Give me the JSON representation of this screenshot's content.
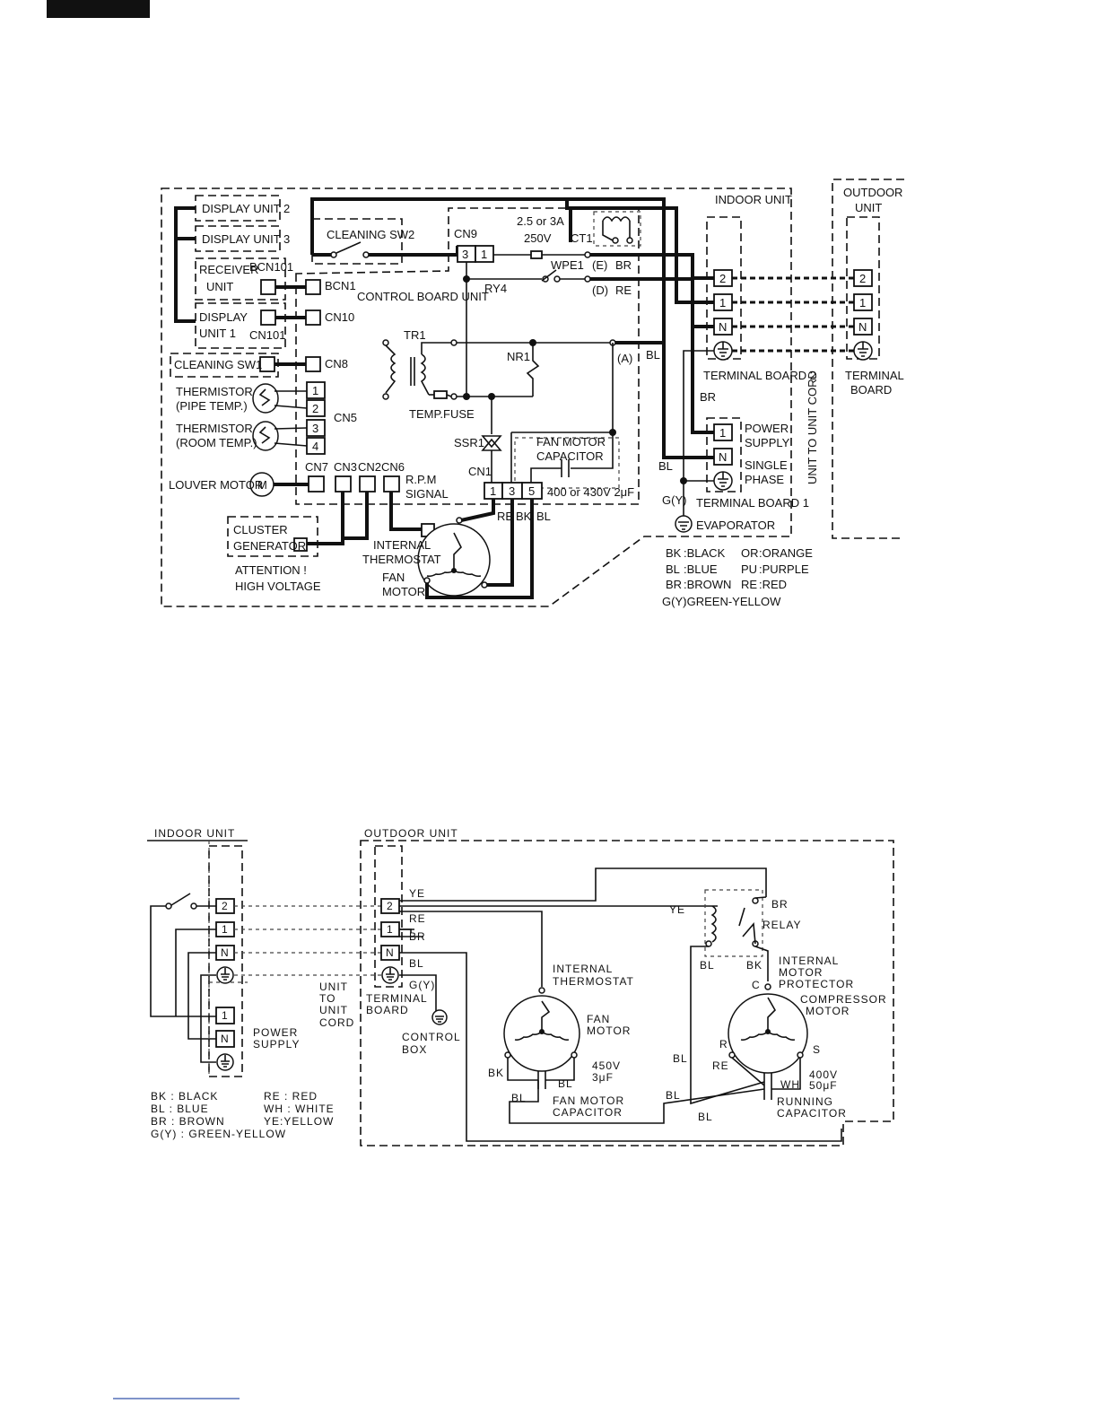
{
  "diagram1": {
    "indoor_unit": "INDOOR UNIT",
    "outdoor_unit_l1": "OUTDOOR",
    "outdoor_unit_l2": "UNIT",
    "display_unit_2": "DISPLAY UNIT 2",
    "display_unit_3": "DISPLAY UNIT 3",
    "receiver_l1": "RECEIVER",
    "receiver_l2": "UNIT",
    "bcn101": "BCN101",
    "bcn1": "BCN1",
    "display_unit1_l1": "DISPLAY",
    "display_unit1_l2": "UNIT 1",
    "cn101": "CN101",
    "cn10": "CN10",
    "cleaning_sw1": "CLEANING SW1",
    "cn8": "CN8",
    "cleaning_sw2": "CLEANING SW2",
    "cn9": "CN9",
    "control_board_unit": "CONTROL BOARD UNIT",
    "fuse_rating_l1": "2.5 or 3A",
    "fuse_rating_l2": "250V",
    "ct1": "CT1",
    "wpe1": "WPE1",
    "ry4": "RY4",
    "e_label": "(E)",
    "d_label": "(D)",
    "br_top": "BR",
    "re_top": "RE",
    "tr1": "TR1",
    "nr1": "NR1",
    "a_label": "(A)",
    "bl_a": "BL",
    "temp_fuse": "TEMP.FUSE",
    "thermistor_pipe_l1": "THERMISTOR",
    "thermistor_pipe_l2": "(PIPE TEMP.)",
    "thermistor_room_l1": "THERMISTOR",
    "thermistor_room_l2": "(ROOM TEMP.)",
    "cn5": "CN5",
    "cn5_pins": [
      "1",
      "2",
      "3",
      "4"
    ],
    "ssr1": "SSR1",
    "cn1": "CN1",
    "cn1_pins": [
      "1",
      "3",
      "5"
    ],
    "fan_cap_l1": "FAN MOTOR",
    "fan_cap_l2": "CAPACITOR",
    "fan_cap_value": "400 or 430V  2μF",
    "louver_motor": "LOUVER MOTOR",
    "motor_m": "M",
    "cn7": "CN7",
    "cn3": "CN3",
    "cn2": "CN2",
    "cn6": "CN6",
    "rpm_l1": "R.P.M",
    "rpm_l2": "SIGNAL",
    "cluster_l1": "CLUSTER",
    "cluster_l2": "GENERATOR",
    "attention_l1": "ATTENTION !",
    "attention_l2": "HIGH VOLTAGE",
    "int_thermo_l1": "INTERNAL",
    "int_thermo_l2": "THERMOSTAT",
    "fan_motor_l1": "FAN",
    "fan_motor_l2": "MOTOR",
    "wire_re": "RE",
    "wire_bk": "BK",
    "wire_bl": "BL",
    "tb2_terms": [
      "2",
      "1",
      "N"
    ],
    "tb2_label": "TERMINAL BOARD 2",
    "br_mid": "BR",
    "power_supply_l1": "POWER",
    "power_supply_l2": "SUPPLY",
    "single_phase_l1": "SINGLE",
    "single_phase_l2": "PHASE",
    "tb1_terms": [
      "1",
      "N"
    ],
    "tb1_label": "TERMINAL BOARD 1",
    "bl_left": "BL",
    "gy": "G(Y)",
    "evaporator": "EVAPORATOR",
    "unit_cord": "UNIT TO UNIT CORD",
    "outdoor_terms": [
      "2",
      "1",
      "N"
    ],
    "outdoor_tb_l1": "TERMINAL",
    "outdoor_tb_l2": "BOARD",
    "legend": [
      [
        "BK",
        ":BLACK",
        "OR",
        ":ORANGE"
      ],
      [
        "BL",
        ":BLUE",
        "PU",
        ":PURPLE"
      ],
      [
        "BR",
        ":BROWN",
        "RE",
        ":RED"
      ],
      [
        "G(Y)",
        ":GREEN-YELLOW",
        "",
        ""
      ]
    ]
  },
  "diagram2": {
    "indoor_unit": "INDOOR UNIT",
    "outdoor_unit": "OUTDOOR UNIT",
    "in_terms": [
      "2",
      "1",
      "N"
    ],
    "ps_terms": [
      "1",
      "N"
    ],
    "power_supply_l1": "POWER",
    "power_supply_l2": "SUPPLY",
    "unit_cord_l1": "UNIT",
    "unit_cord_l2": "TO",
    "unit_cord_l3": "UNIT",
    "unit_cord_l4": "CORD",
    "out_terms": [
      "2",
      "1",
      "N"
    ],
    "w_ye": "YE",
    "w_re": "RE",
    "w_br": "BR",
    "w_bl": "BL",
    "w_gy": "G(Y)",
    "terminal_board_l1": "TERMINAL",
    "terminal_board_l2": "BOARD",
    "control_box_l1": "CONTROL",
    "control_box_l2": "BOX",
    "int_thermo_l1": "INTERNAL",
    "int_thermo_l2": "THERMOSTAT",
    "fan_motor_l1": "FAN",
    "fan_motor_l2": "MOTOR",
    "fan_cap_val_l1": "450V",
    "fan_cap_val_l2": "3μF",
    "bk": "BK",
    "bl": "BL",
    "fan_cap_l1": "FAN MOTOR",
    "fan_cap_l2": "CAPACITOR",
    "relay_ye": "YE",
    "relay_br": "BR",
    "relay": "RELAY",
    "relay_bl": "BL",
    "relay_bk": "BK",
    "imp_l1": "INTERNAL",
    "imp_l2": "MOTOR",
    "imp_l3": "PROTECTOR",
    "c": "C",
    "comp_l1": "COMPRESSOR",
    "comp_l2": "MOTOR",
    "r": "R",
    "s": "S",
    "re": "RE",
    "wh": "WH",
    "run_cap_val_l1": "400V",
    "run_cap_val_l2": "50μF",
    "run_cap_l1": "RUNNING",
    "run_cap_l2": "CAPACITOR",
    "legend": [
      [
        "BK : BLACK",
        "RE : RED"
      ],
      [
        "BL : BLUE",
        "WH : WHITE"
      ],
      [
        "BR : BROWN",
        "YE:YELLOW"
      ],
      [
        "G(Y) : GREEN-YELLOW",
        ""
      ]
    ]
  }
}
